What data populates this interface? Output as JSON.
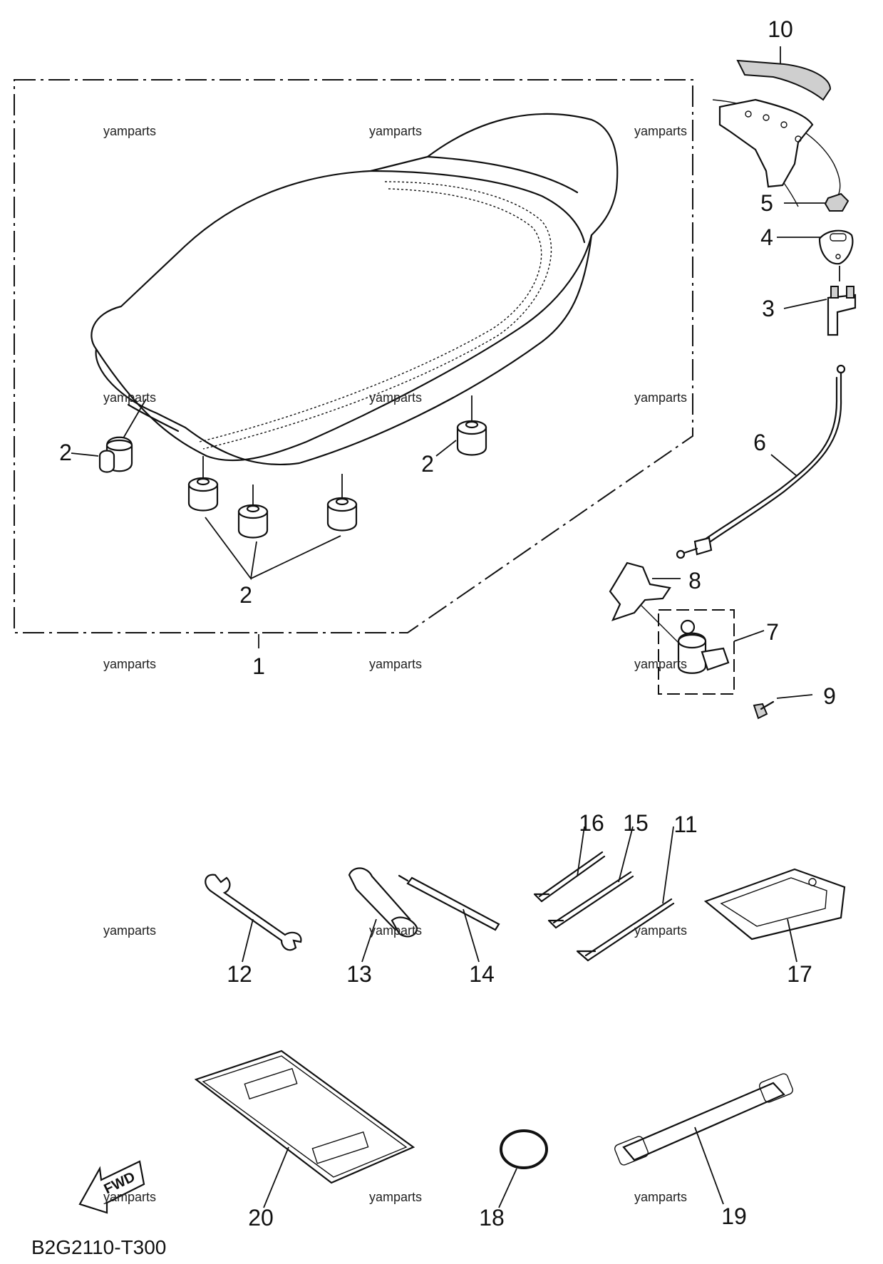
{
  "diagram_code": "B2G2110-T300",
  "fwd_label": "FWD",
  "watermark": "yamparts",
  "parts": {
    "p1": "1",
    "p2a": "2",
    "p2b": "2",
    "p2c": "2",
    "p3": "3",
    "p4": "4",
    "p5": "5",
    "p6": "6",
    "p7": "7",
    "p8": "8",
    "p9": "9",
    "p10": "10",
    "p11": "11",
    "p12": "12",
    "p13": "13",
    "p14": "14",
    "p15": "15",
    "p16": "16",
    "p17": "17",
    "p18": "18",
    "p19": "19",
    "p20": "20"
  }
}
